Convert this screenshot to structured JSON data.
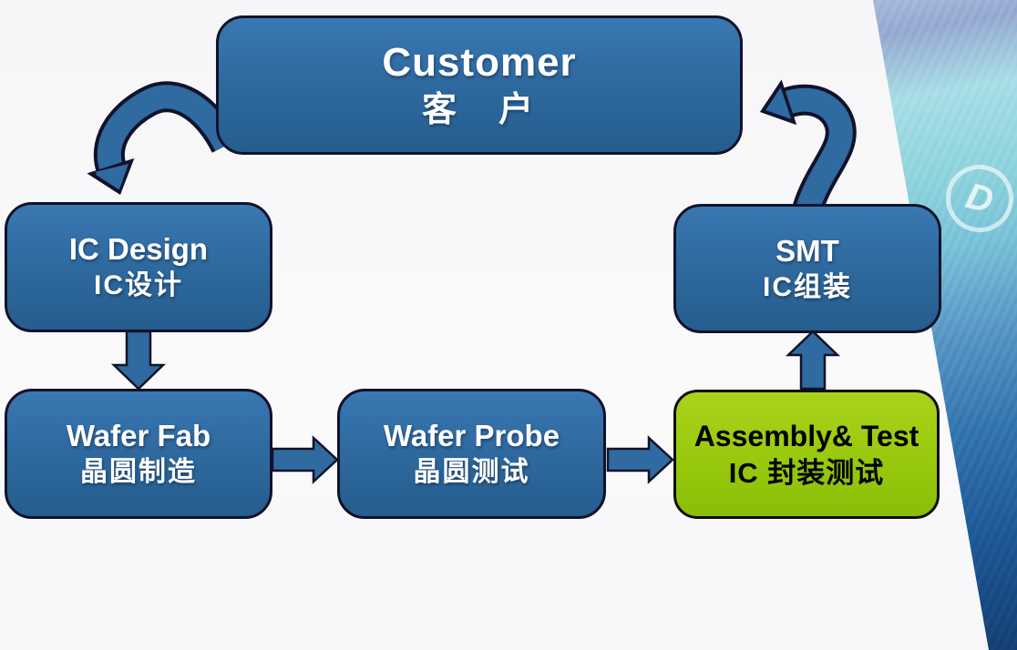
{
  "page": {
    "background": "#f8f8f9"
  },
  "palette": {
    "node_blue": "#2f6aa0",
    "node_green": "#98c90e",
    "outline_dark": "#12122b",
    "arrow_fill": "#2f6aa0",
    "text_on_blue": "#ffffff",
    "text_on_green": "#000000"
  },
  "photo_strip": {
    "logo_glyph": "D",
    "colors": [
      "#d4ecf1",
      "#a8dde6",
      "#79c2d8",
      "#3273ae",
      "#143f74"
    ]
  },
  "diagram": {
    "nodes": [
      {
        "id": "customer",
        "label_en": "Customer",
        "label_zh": "客　户",
        "fill": "#2f6aa0"
      },
      {
        "id": "ic-design",
        "label_en": "IC Design",
        "label_zh": "IC设计",
        "fill": "#2f6aa0"
      },
      {
        "id": "wafer-fab",
        "label_en": "Wafer Fab",
        "label_zh": "晶圆制造",
        "fill": "#2f6aa0"
      },
      {
        "id": "wafer-probe",
        "label_en": "Wafer Probe",
        "label_zh": "晶圆测试",
        "fill": "#2f6aa0"
      },
      {
        "id": "assembly-test",
        "label_en": "Assembly& Test",
        "label_zh": "IC 封装测试",
        "fill": "#98c90e"
      },
      {
        "id": "smt",
        "label_en": "SMT",
        "label_zh": "IC组装",
        "fill": "#2f6aa0"
      }
    ],
    "edges": [
      {
        "from": "customer",
        "to": "ic-design",
        "style": "curved"
      },
      {
        "from": "ic-design",
        "to": "wafer-fab",
        "style": "block-arrow-down"
      },
      {
        "from": "wafer-fab",
        "to": "wafer-probe",
        "style": "block-arrow-right"
      },
      {
        "from": "wafer-probe",
        "to": "assembly-test",
        "style": "block-arrow-right"
      },
      {
        "from": "assembly-test",
        "to": "smt",
        "style": "block-arrow-up"
      },
      {
        "from": "smt",
        "to": "customer",
        "style": "curved"
      }
    ]
  }
}
